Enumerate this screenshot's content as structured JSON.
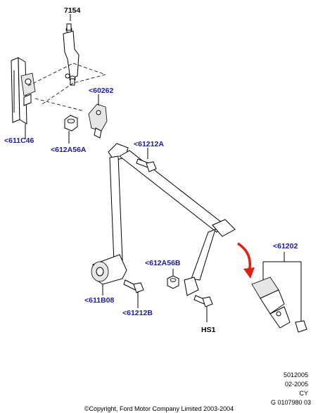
{
  "labels": {
    "bracket": "7154",
    "retractor_rail": "<611C46",
    "nut_top": "<612A56A",
    "guide": "<60262",
    "bolt_top": "<61212A",
    "retractor": "<611B08",
    "bolt_bottom": "<61212B",
    "nut_bottom": "<612A56B",
    "buckle": "<61202",
    "hs": "HS1"
  },
  "reference": {
    "line1": "5012005",
    "line2": "02-2005",
    "line3": "CY",
    "line4": "G 0107980 03"
  },
  "copyright": "©Copyright, Ford Motor Company Limited 2003-2004",
  "colors": {
    "label": "#1a1aa6",
    "arrow": "#e02010"
  }
}
